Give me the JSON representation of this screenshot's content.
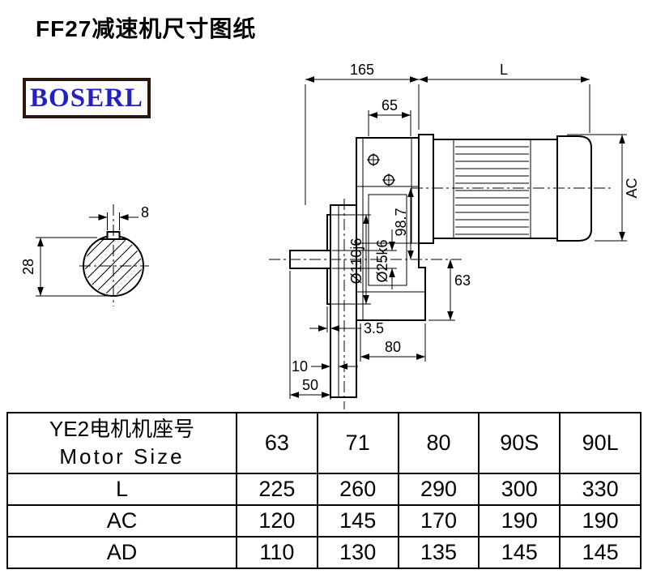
{
  "page": {
    "title": "FF27减速机尺寸图纸",
    "brand": "BOSERL"
  },
  "colors": {
    "brand_text": "#2222c4",
    "logo_border": "#2a180e",
    "line": "#000000"
  },
  "drawing": {
    "dims": {
      "d165": "165",
      "dL": "L",
      "d65": "65",
      "dAC": "AC",
      "d110": "Ø110j6",
      "d25": "Ø25k6",
      "d987": "98.7",
      "d63": "63",
      "d35": "3.5",
      "d80": "80",
      "d10": "10",
      "d50": "50",
      "d8": "8",
      "d28": "28"
    }
  },
  "table": {
    "header": {
      "label_cn": "YE2电机机座号",
      "label_en": "Motor Size",
      "columns": [
        "63",
        "71",
        "80",
        "90S",
        "90L"
      ]
    },
    "rows": [
      {
        "label": "L",
        "values": [
          "225",
          "260",
          "290",
          "300",
          "330"
        ]
      },
      {
        "label": "AC",
        "values": [
          "120",
          "145",
          "170",
          "190",
          "190"
        ]
      },
      {
        "label": "AD",
        "values": [
          "110",
          "130",
          "135",
          "145",
          "145"
        ]
      }
    ]
  }
}
